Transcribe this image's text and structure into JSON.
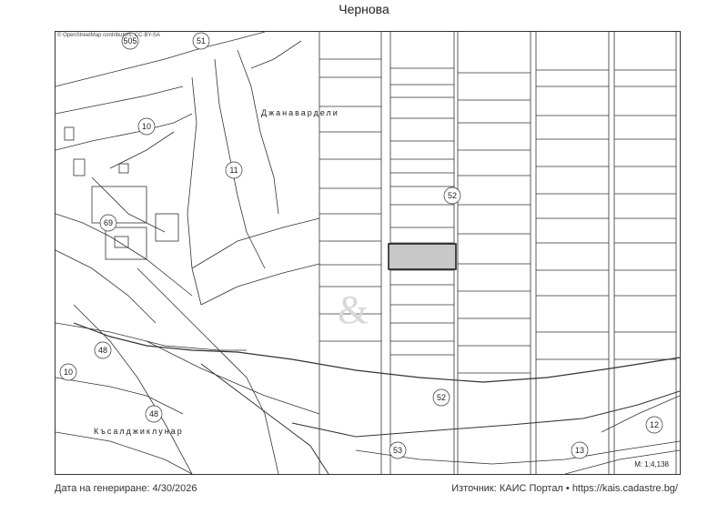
{
  "title": "Чернова",
  "attribution": "© OpenStreetMap contributors, CC-BY-SA",
  "scale": "M: 1:4,138",
  "footer": {
    "generated": "Дата на генериране: 4/30/2026",
    "source": "Източник: КАИС Портал • https://kais.cadastre.bg/"
  },
  "locality_labels": [
    "Джанавардели",
    "Късалджиклунар"
  ],
  "parcel_numbers": [
    "505",
    "51",
    "10",
    "11",
    "69",
    "52",
    "48",
    "48",
    "52",
    "53",
    "13",
    "12",
    "10"
  ],
  "watermark": "&",
  "colors": {
    "highlight": "#c8c8c8",
    "lines": "#333333"
  }
}
